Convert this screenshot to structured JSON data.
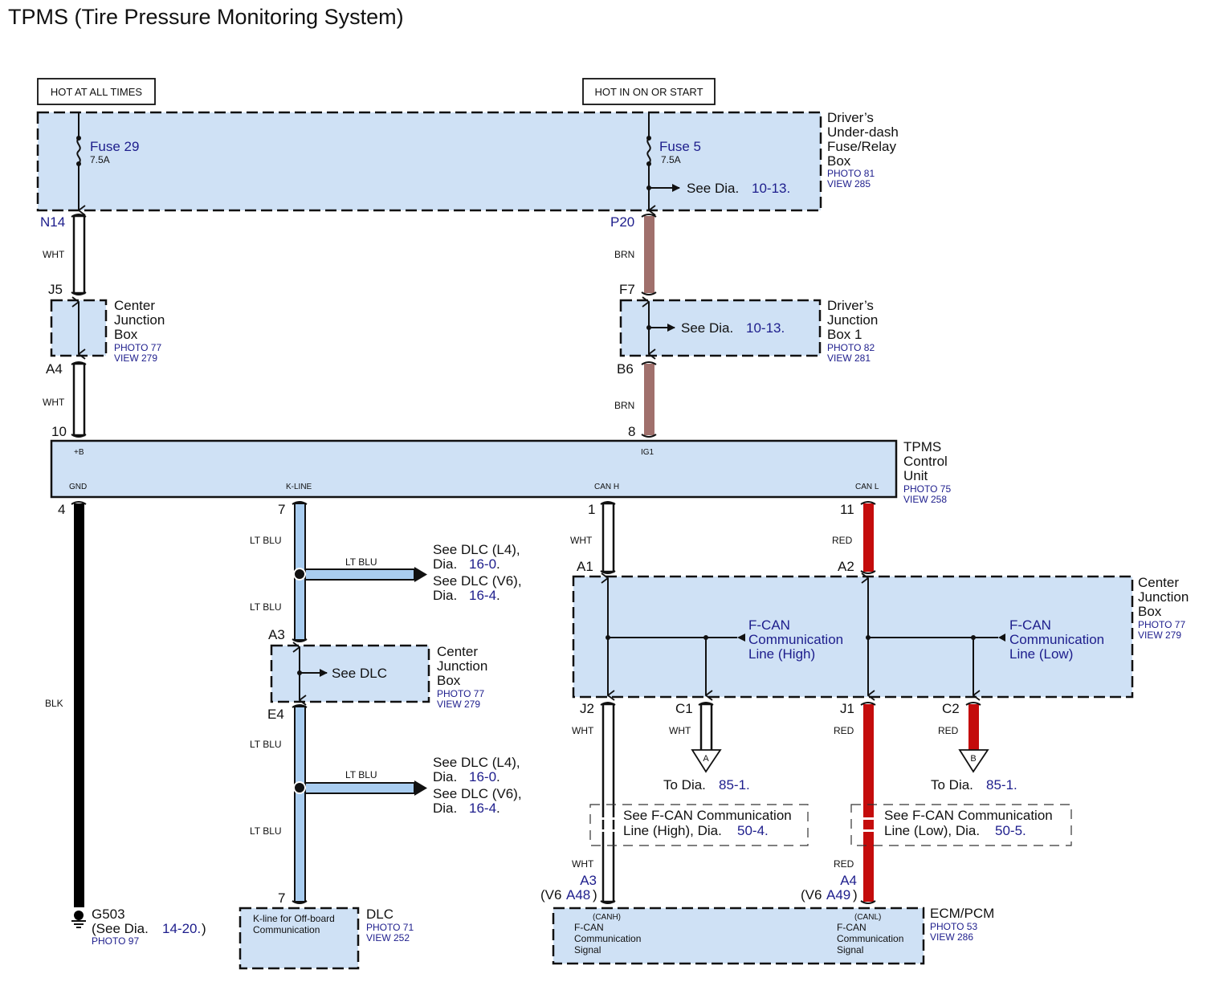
{
  "title": "TPMS (Tire Pressure Monitoring System)",
  "colors": {
    "box_fill": "#cfe1f5",
    "ref_blue": "#1d1d8c",
    "wire_wht": "#ffffff",
    "wire_brn": "#a0706c",
    "wire_blk": "#000000",
    "wire_ltblu": "#a9cdf0",
    "wire_red": "#c40c0c"
  },
  "power_labels": {
    "left": "HOT AT ALL TIMES",
    "right": "HOT IN ON OR START"
  },
  "fuse_box": {
    "name_lines": [
      "Driver’s",
      "Under-dash",
      "Fuse/Relay",
      "Box"
    ],
    "photo": "PHOTO 81",
    "view": "VIEW 285",
    "fuse_left": {
      "name": "Fuse 29",
      "rating": "7.5A"
    },
    "fuse_right": {
      "name": "Fuse 5",
      "rating": "7.5A"
    },
    "see_prefix": "See  Dia.",
    "see_ref": "10-13."
  },
  "left_branch": {
    "pin_top": "N14",
    "wire1": "WHT",
    "pin_j5": "J5",
    "pin_a4": "A4",
    "wire2": "WHT",
    "pin_10": "10",
    "junction": {
      "name_lines": [
        "Center",
        "Junction",
        "Box"
      ],
      "photo": "PHOTO 77",
      "view": "VIEW 279"
    }
  },
  "right_branch": {
    "pin_top": "P20",
    "wire1": "BRN",
    "pin_f7": "F7",
    "pin_b6": "B6",
    "wire2": "BRN",
    "pin_8": "8",
    "junction": {
      "name_lines": [
        "Driver’s",
        "Junction",
        "Box 1"
      ],
      "photo": "PHOTO 82",
      "view": "VIEW 281",
      "see_prefix": "See  Dia.",
      "see_ref": "10-13."
    }
  },
  "control_unit": {
    "name_lines": [
      "TPMS",
      "Control",
      "Unit"
    ],
    "photo": "PHOTO 75",
    "view": "VIEW 258",
    "pins": {
      "b": "+B",
      "ig1": "IG1",
      "gnd": "GND",
      "kline": "K-LINE",
      "canh": "CAN H",
      "canl": "CAN L"
    }
  },
  "gnd_branch": {
    "pin": "4",
    "wire": "BLK",
    "ground": "G503",
    "see_prefix": "(See Dia.",
    "see_ref": "14-20.",
    "see_suffix": ")",
    "photo": "PHOTO 97"
  },
  "kline_branch": {
    "pin": "7",
    "wire_labels": [
      "LT BLU",
      "LT BLU",
      "LT BLU",
      "LT BLU"
    ],
    "branch_wire": "LT BLU",
    "dlc_ref": {
      "l1": "See DLC (L4),",
      "l2_prefix": "Dia.",
      "l2_ref": "16-0",
      "l2_dot": ".",
      "l3": "See DLC (V6),",
      "l4_prefix": "Dia.",
      "l4_ref": "16-4",
      "l4_dot": "."
    },
    "pin_a3": "A3",
    "pin_e4": "E4",
    "junction": {
      "name_lines": [
        "Center",
        "Junction",
        "Box"
      ],
      "photo": "PHOTO 77",
      "view": "VIEW 279",
      "see": "See DLC"
    },
    "pin_bottom": "7",
    "dlc": {
      "name": "DLC",
      "photo": "PHOTO 71",
      "view": "VIEW 252",
      "text_lines": [
        "K-line for Off-board",
        "Communication"
      ]
    }
  },
  "can_section": {
    "canh_pin": "1",
    "canh_wire": "WHT",
    "canl_pin": "11",
    "canl_wire": "RED",
    "pin_a1": "A1",
    "pin_a2": "A2",
    "junction": {
      "name_lines": [
        "Center",
        "Junction",
        "Box"
      ],
      "photo": "PHOTO 77",
      "view": "VIEW 279"
    },
    "high_label": [
      "F-CAN",
      "Communication",
      "Line (High)"
    ],
    "low_label": [
      "F-CAN",
      "Communication",
      "Line (Low)"
    ],
    "pin_j2": "J2",
    "pin_c1": "C1",
    "pin_j1": "J1",
    "pin_c2": "C2",
    "j2_wire": "WHT",
    "c1_wire": "WHT",
    "j1_wire": "RED",
    "c2_wire": "RED",
    "connector_a": "A",
    "connector_b": "B",
    "to_dia_prefix": "To Dia.",
    "to_dia_ref": "85-1.",
    "see_high": {
      "l1": "See F-CAN Communication",
      "l2_prefix": "Line (High), Dia.",
      "l2_ref": "50-4."
    },
    "see_low": {
      "l1": "See F-CAN Communication",
      "l2_prefix": "Line (Low), Dia.",
      "l2_ref": "50-5."
    },
    "bottom_wht": "WHT",
    "bottom_red": "RED",
    "ecm_pin_h": "A3",
    "ecm_pin_h_v6_prefix": "(V6",
    "ecm_pin_h_v6": "A48",
    "ecm_pin_l": "A4",
    "ecm_pin_l_v6_prefix": "(V6",
    "ecm_pin_l_v6": "A49",
    "close_paren": ")"
  },
  "ecm": {
    "name": "ECM/PCM",
    "photo": "PHOTO 53",
    "view": "VIEW 286",
    "canh_tag": "(CANH)",
    "canl_tag": "(CANL)",
    "signal_lines": [
      "F-CAN",
      "Communication",
      "Signal"
    ]
  }
}
